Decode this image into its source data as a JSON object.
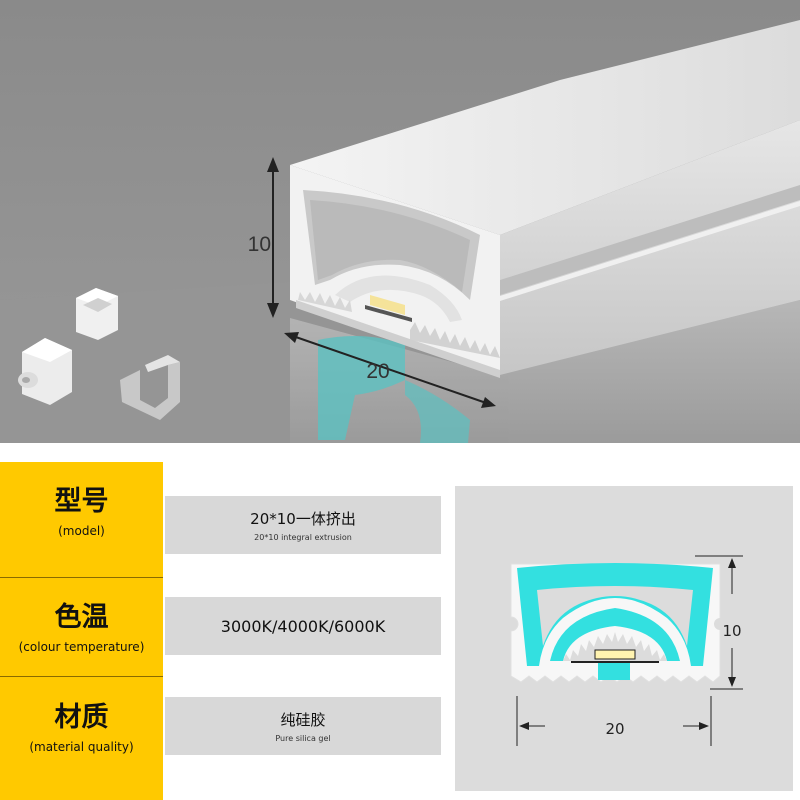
{
  "hero": {
    "height_label": "10",
    "width_label": "20"
  },
  "specs": [
    {
      "label": "型号",
      "label_en": "(model)",
      "value": "20*10一体挤出",
      "value_en": "20*10 integral extrusion"
    },
    {
      "label": "色温",
      "label_en": "(colour temperature)",
      "value": "3000K/4000K/6000K",
      "value_en": ""
    },
    {
      "label": "材质",
      "label_en": "(material quality)",
      "value": "纯硅胶",
      "value_en": "Pure silica gel"
    }
  ],
  "diagram": {
    "height_label": "10",
    "width_label": "20"
  },
  "colors": {
    "accent_yellow": "#ffc900",
    "cyan": "#33e0e0",
    "panel_gray": "#d8d8d8",
    "backdrop_gray": "#8e8e8e"
  }
}
